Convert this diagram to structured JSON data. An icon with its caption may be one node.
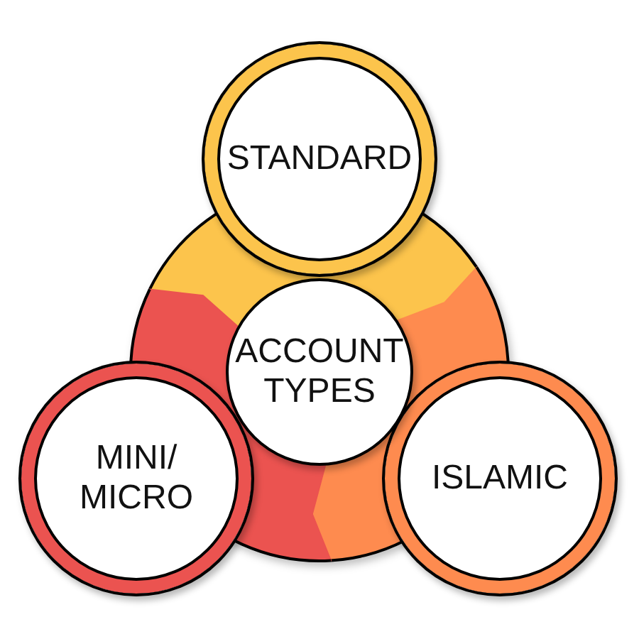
{
  "diagram": {
    "nodes": [
      {
        "text": [
          "STANDARD"
        ]
      },
      {
        "text": [
          "ACCOUNT TYPES"
        ]
      },
      {
        "text": [
          "MINI/ MICRO"
        ]
      },
      {
        "text": [
          "ISLAMIC"
        ]
      }
    ]
  }
}
